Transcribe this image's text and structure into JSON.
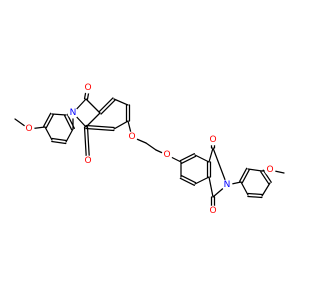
{
  "molecule": {
    "colors": {
      "oxygen": "#ff0000",
      "nitrogen": "#0000ff",
      "bond": "#000000",
      "background": "#ffffff"
    },
    "atom_labels": {
      "o_methoxy_left": "O",
      "n_left": "N",
      "o_carbonyl_left_top": "O",
      "o_carbonyl_left_bottom": "O",
      "o_ether_left": "O",
      "o_ether_right": "O",
      "o_carbonyl_right_top": "O",
      "o_carbonyl_right_bottom": "O",
      "n_right": "N",
      "o_methoxy_right": "O"
    }
  }
}
